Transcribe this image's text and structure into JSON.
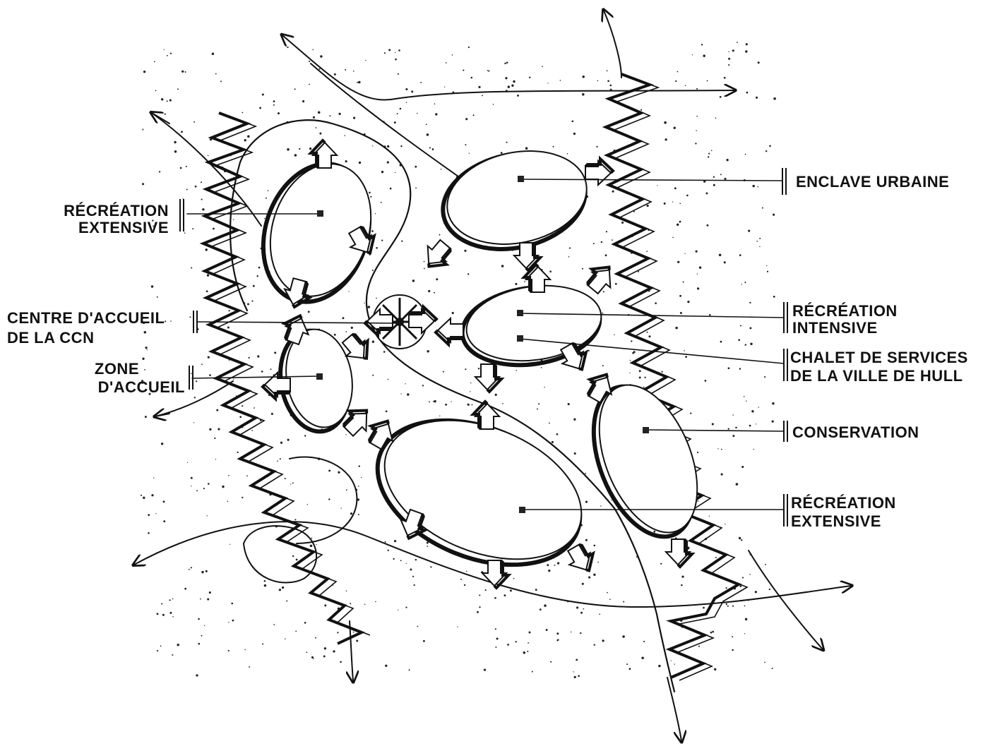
{
  "labels": {
    "enclave_urbaine": "ENCLAVE URBAINE",
    "recreation_extensive_left_1": "RÉCRÉATION",
    "recreation_extensive_left_2": "EXTENSIVE",
    "centre_accueil_1": "CENTRE  D'ACCUEIL",
    "centre_accueil_2": "DE LA CCN",
    "zone_accueil_1": "ZONE",
    "zone_accueil_2": "D'ACCUEIL",
    "recreation_intensive_1": "RÉCRÉATION",
    "recreation_intensive_2": "INTENSIVE",
    "chalet_1": "CHALET DE SERVICES",
    "chalet_2": "DE LA VILLE DE HULL",
    "conservation": "CONSERVATION",
    "recreation_extensive_right_1": "RÉCRÉATION",
    "recreation_extensive_right_2": "EXTENSIVE"
  },
  "colors": {
    "ink": "#111111",
    "paper": "#ffffff"
  }
}
